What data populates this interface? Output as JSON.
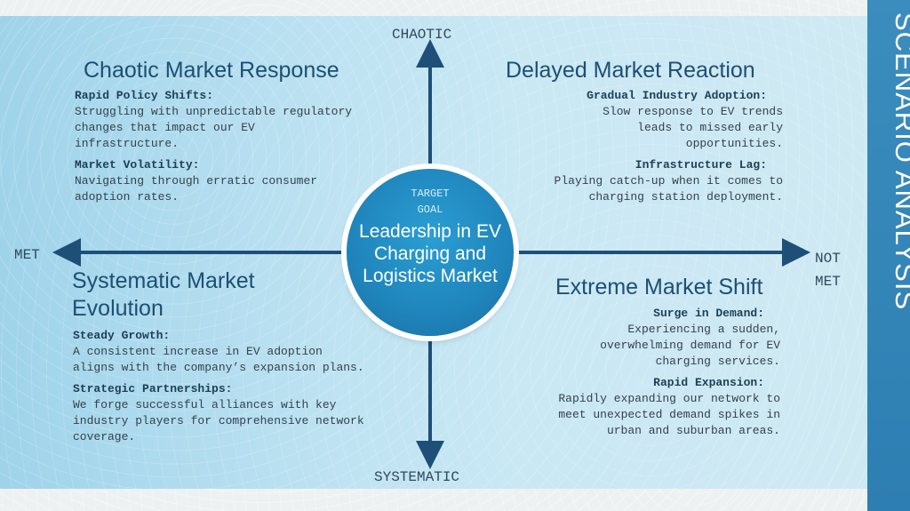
{
  "sidebar": {
    "title": "SCENARIO ANALYSIS"
  },
  "axes": {
    "top": "CHAOTIC",
    "bottom": "SYSTEMATIC",
    "left": "MET",
    "right_line1": "NOT",
    "right_line2": "MET"
  },
  "center": {
    "tag_line1": "TARGET",
    "tag_line2": "GOAL",
    "main": "Leadership in EV Charging and Logistics Market"
  },
  "quadrants": {
    "top_left": {
      "title": "Chaotic Market Response",
      "items": [
        {
          "heading": "Rapid Policy Shifts:",
          "text": "Struggling with unpredictable regulatory changes that impact our EV infrastructure."
        },
        {
          "heading": "Market Volatility:",
          "text": "Navigating through erratic consumer adoption rates."
        }
      ]
    },
    "top_right": {
      "title": "Delayed Market Reaction",
      "items": [
        {
          "heading": "Gradual Industry Adoption:",
          "text": "Slow response to EV trends leads to missed early opportunities."
        },
        {
          "heading": "Infrastructure Lag:",
          "text": "Playing catch-up when it comes to charging station deployment."
        }
      ]
    },
    "bottom_left": {
      "title": "Systematic Market Evolution",
      "items": [
        {
          "heading": "Steady Growth:",
          "text": "A consistent increase in EV adoption aligns with the company’s expansion plans."
        },
        {
          "heading": "Strategic Partnerships:",
          "text": "We forge successful alliances with key industry players for comprehensive network coverage."
        }
      ]
    },
    "bottom_right": {
      "title": "Extreme Market Shift",
      "items": [
        {
          "heading": "Surge in Demand:",
          "text": "Experiencing a sudden, overwhelming demand for EV charging services."
        },
        {
          "heading": "Rapid Expansion:",
          "text": "Rapidly expanding our network to meet unexpected demand spikes in urban and suburban areas."
        }
      ]
    }
  },
  "colors": {
    "accent": "#1f85bc",
    "axis": "#1e4f78",
    "title": "#1d4f73"
  }
}
